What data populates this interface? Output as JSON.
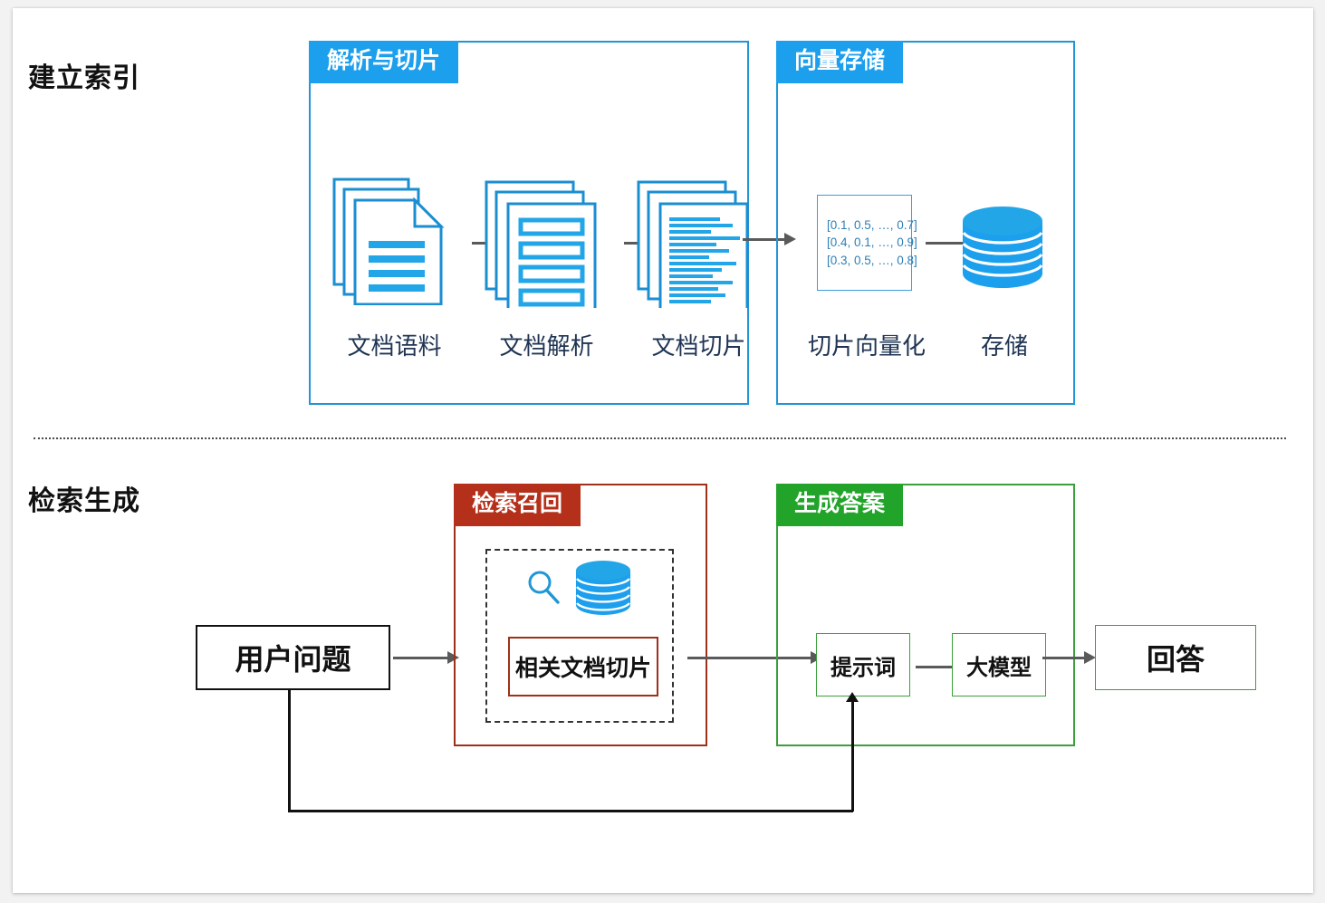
{
  "theme": {
    "blue": "#1c9fec",
    "blue_border": "#2196d6",
    "red": "#b4301a",
    "red_border": "#a0301a",
    "green": "#22a329",
    "green_border": "#3aa03a",
    "caption_color": "#1f3453",
    "arrow_color": "#5a5a5a",
    "page_bg": "#f2f2f2",
    "card_bg": "#ffffff"
  },
  "sections": {
    "indexing": {
      "title": "建立索引",
      "panels": {
        "parse": {
          "tab": "解析与切片",
          "steps": [
            {
              "icon": "documents-stack-icon",
              "caption": "文档语料"
            },
            {
              "icon": "parsed-document-icon",
              "caption": "文档解析"
            },
            {
              "icon": "chunked-document-icon",
              "caption": "文档切片"
            }
          ]
        },
        "vector": {
          "tab": "向量存储",
          "steps": [
            {
              "icon": "vector-matrix-icon",
              "caption": "切片向量化"
            },
            {
              "icon": "database-cylinder-icon",
              "caption": "存储"
            }
          ],
          "vector_lines": [
            "[0.1, 0.5, …, 0.7]",
            "[0.4, 0.1, …, 0.9]",
            "[0.3, 0.5, …, 0.8]"
          ]
        }
      }
    },
    "generation": {
      "title": "检索生成",
      "user_question": "用户问题",
      "panels": {
        "retrieval": {
          "tab": "检索召回",
          "icons": [
            "search-magnifier-icon",
            "database-cylinder-icon"
          ],
          "result_box": "相关文档切片"
        },
        "answer": {
          "tab": "生成答案",
          "boxes": [
            {
              "label": "提示词"
            },
            {
              "label": "大模型"
            }
          ]
        }
      },
      "final_answer": "回答"
    }
  }
}
